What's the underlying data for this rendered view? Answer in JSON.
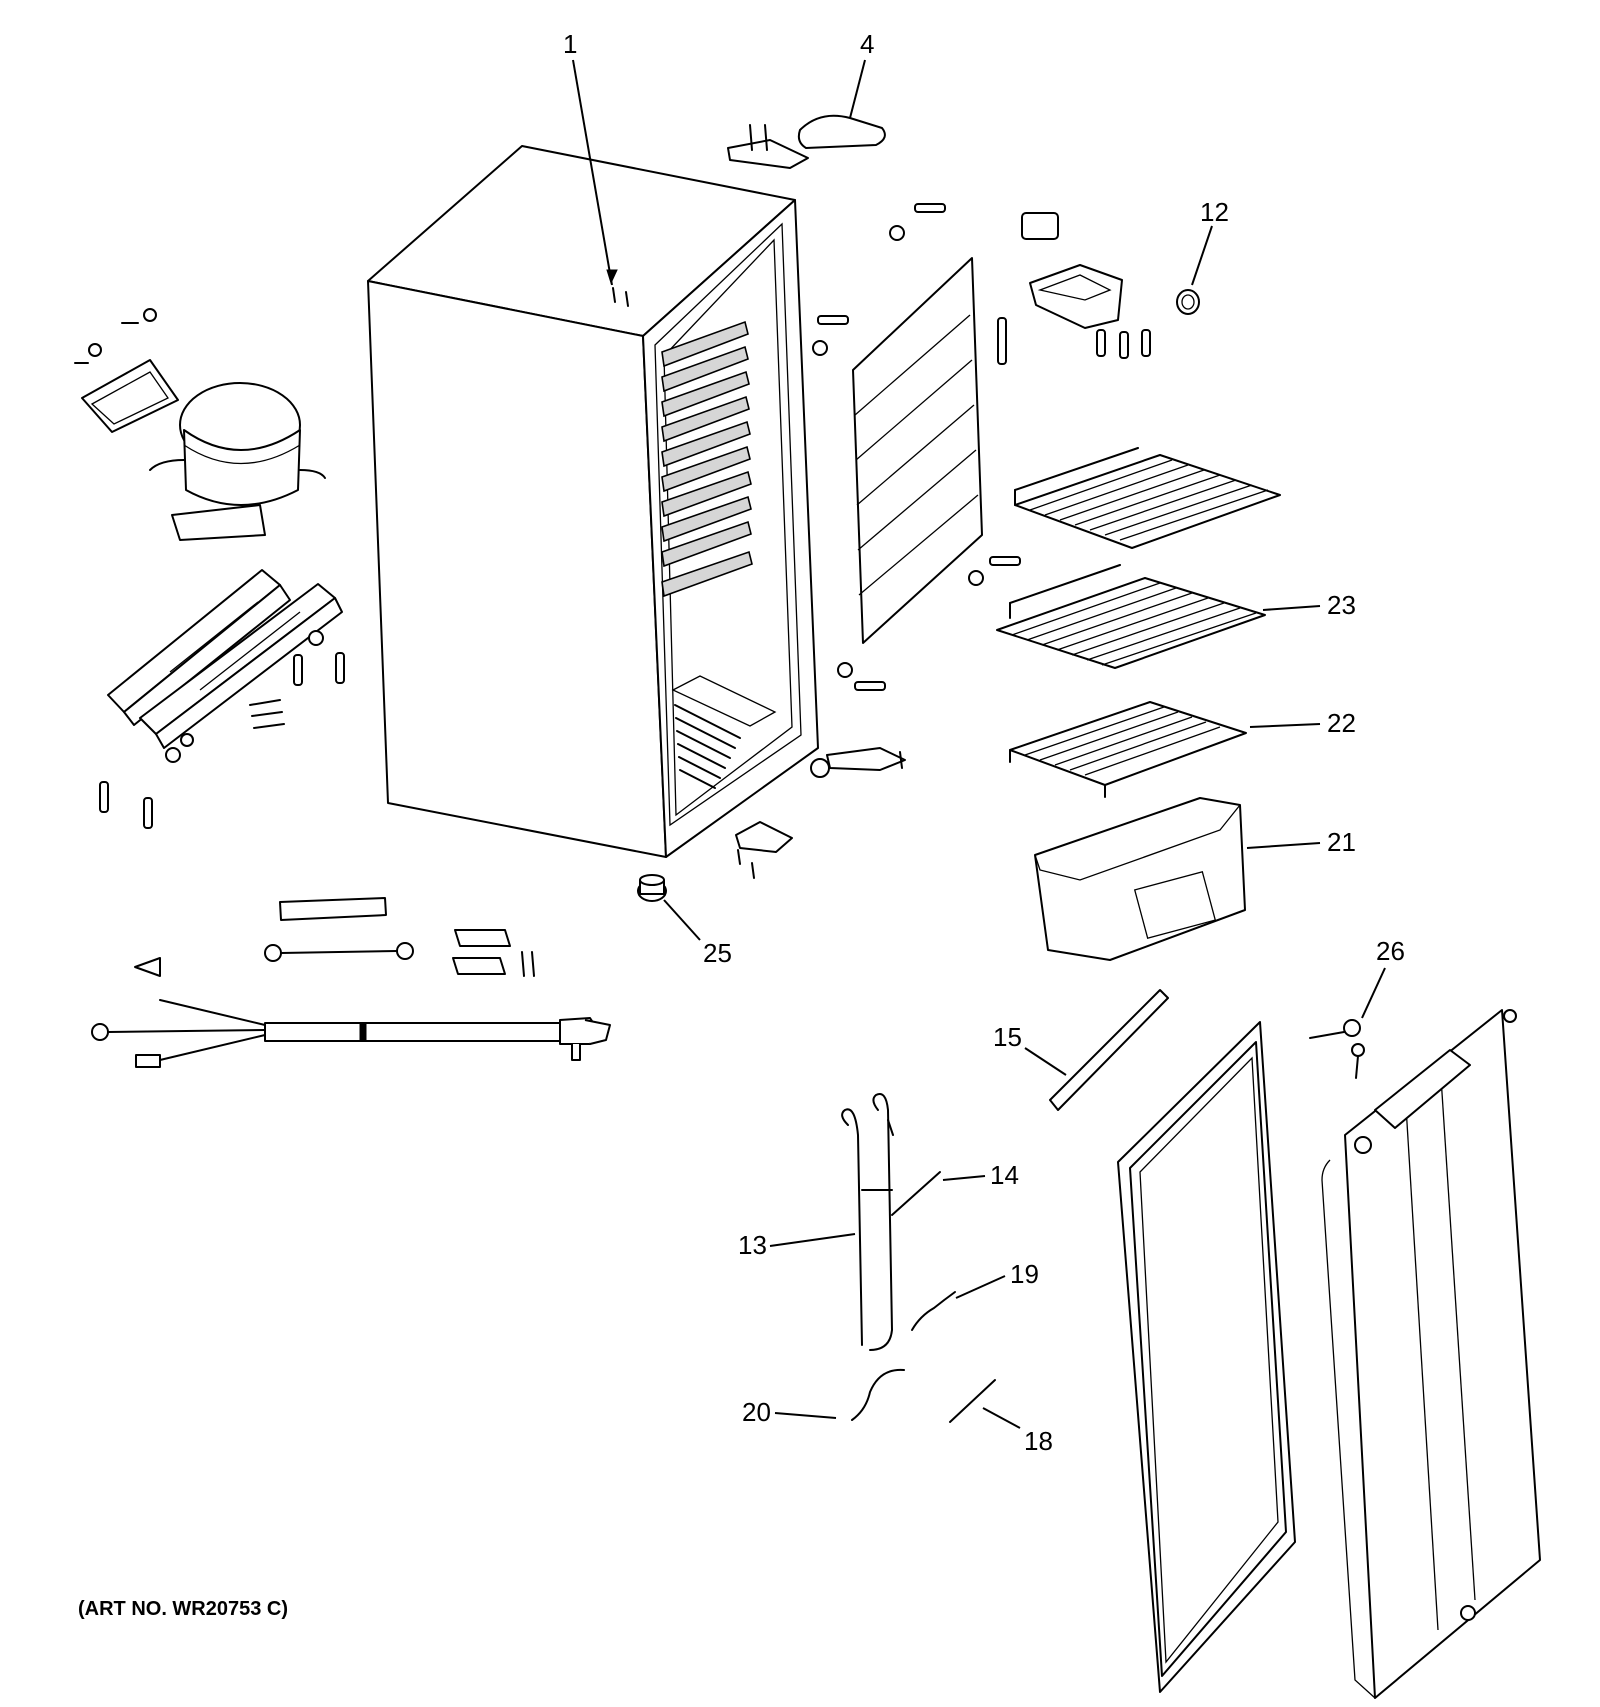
{
  "caption": "(ART NO. WR20753 C)",
  "callouts": [
    {
      "id": "c1",
      "label": "1"
    },
    {
      "id": "c4",
      "label": "4"
    },
    {
      "id": "c12",
      "label": "12"
    },
    {
      "id": "c23",
      "label": "23"
    },
    {
      "id": "c22",
      "label": "22"
    },
    {
      "id": "c21",
      "label": "21"
    },
    {
      "id": "c25",
      "label": "25"
    },
    {
      "id": "c26",
      "label": "26"
    },
    {
      "id": "c15",
      "label": "15"
    },
    {
      "id": "c14",
      "label": "14"
    },
    {
      "id": "c13",
      "label": "13"
    },
    {
      "id": "c19",
      "label": "19"
    },
    {
      "id": "c20",
      "label": "20"
    },
    {
      "id": "c18",
      "label": "18"
    }
  ]
}
